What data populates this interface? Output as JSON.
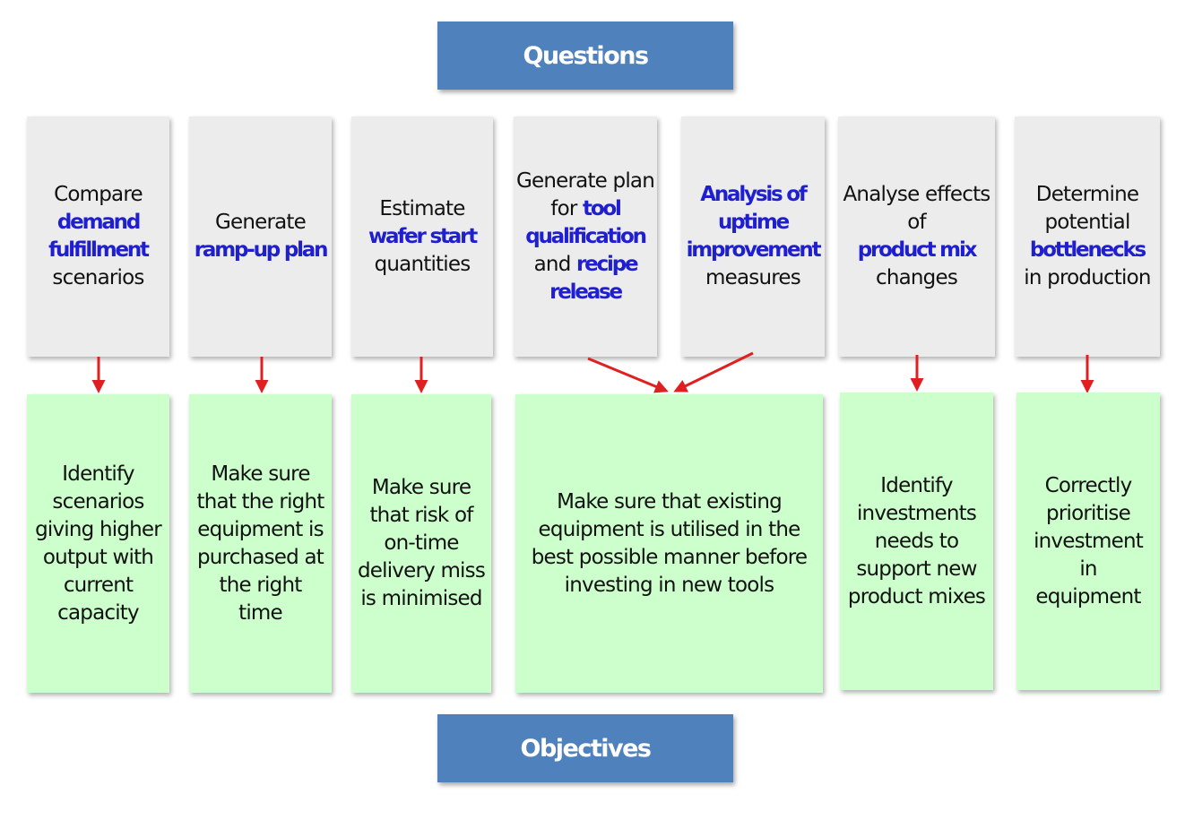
{
  "headers": {
    "questions": "Questions",
    "objectives": "Objectives"
  },
  "questions": [
    {
      "pre": "Compare",
      "hl": "demand fulfillment",
      "post": "scenarios"
    },
    {
      "pre": "Generate",
      "hl": "ramp-up plan",
      "post": ""
    },
    {
      "pre": "Estimate",
      "hl": "wafer start",
      "post": "quantities"
    },
    {
      "pre": "Generate plan for",
      "hl": "tool qualification",
      "mid": "and",
      "hl2": "recipe release"
    },
    {
      "pre": "",
      "hl": "Analysis of uptime improvement",
      "post": "measures"
    },
    {
      "pre": "Analyse effects of",
      "hl": "product mix",
      "post": "changes"
    },
    {
      "pre": "Determine potential",
      "hl": "bottlenecks",
      "post": "in production"
    }
  ],
  "objectives": [
    "Identify scenarios giving higher output with current capacity",
    "Make sure that the right equipment is purchased at the right time",
    "Make sure that risk of on-time delivery miss is minimised",
    "Make sure that existing equipment is utilised in the best possible manner before investing in new tools",
    "Identify investments needs to support new product mixes",
    "Correctly prioritise investment in equipment"
  ],
  "colors": {
    "header_bg": "#4f81bd",
    "question_bg": "#ececec",
    "objective_bg": "#ccffcc",
    "highlight_text": "#1f1fd0",
    "arrow": "#e02020"
  }
}
